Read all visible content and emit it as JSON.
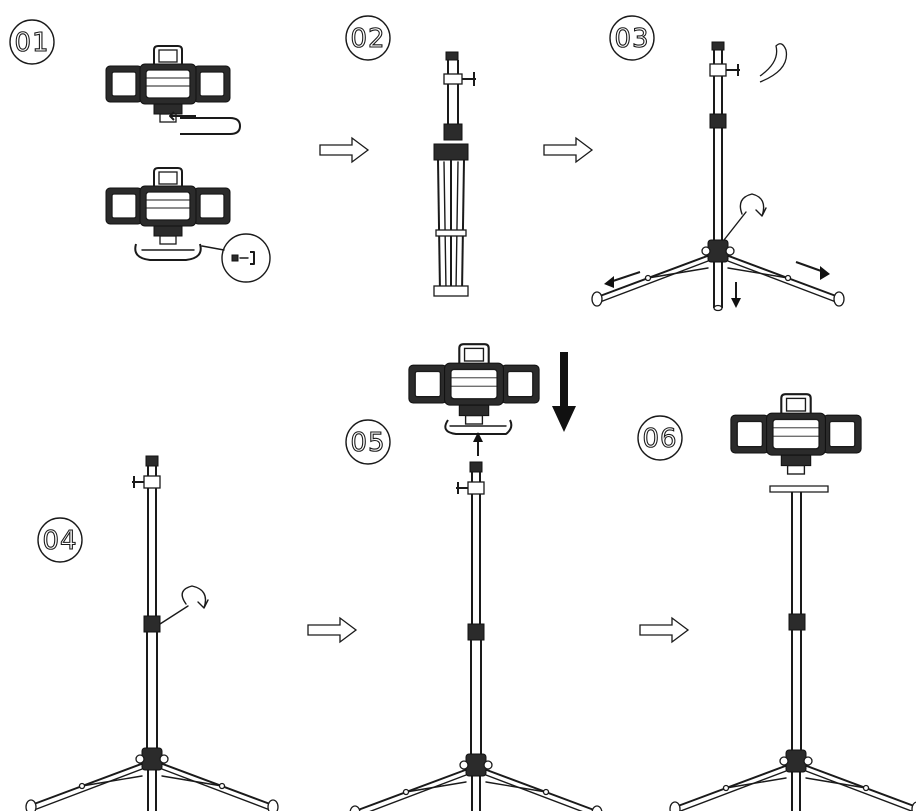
{
  "steps": [
    {
      "number": "01"
    },
    {
      "number": "02"
    },
    {
      "number": "03"
    },
    {
      "number": "04"
    },
    {
      "number": "05"
    },
    {
      "number": "06"
    }
  ],
  "icons": {
    "flow_arrow": "hollow-right-arrow-icon",
    "rotate": "rotate-clockwise-icon",
    "direction": "solid-direction-arrow-icon"
  },
  "colors": {
    "line": "#1a1a1a",
    "background": "#ffffff"
  }
}
